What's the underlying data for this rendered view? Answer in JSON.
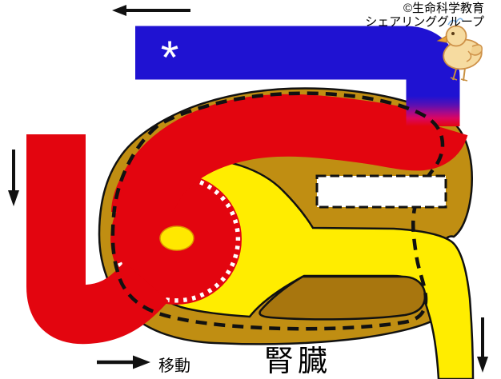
{
  "credit": {
    "line1": "©生命科学教育",
    "line2": "シェアリンググループ"
  },
  "labels": {
    "organ": "腎臓",
    "movement": "移動",
    "vein_marker": "*",
    "blank_box": ""
  },
  "colors": {
    "artery": "#e3050f",
    "vein": "#1f12d2",
    "junction_magenta": "#d8057e",
    "tubule": "#ffed00",
    "glomerulus_core": "#ffe800",
    "kidney": "#c08e12",
    "kidney_inner": "#a8760e",
    "outline": "#111111",
    "capsule_boundary": "#ffffff",
    "text": "#000000"
  }
}
